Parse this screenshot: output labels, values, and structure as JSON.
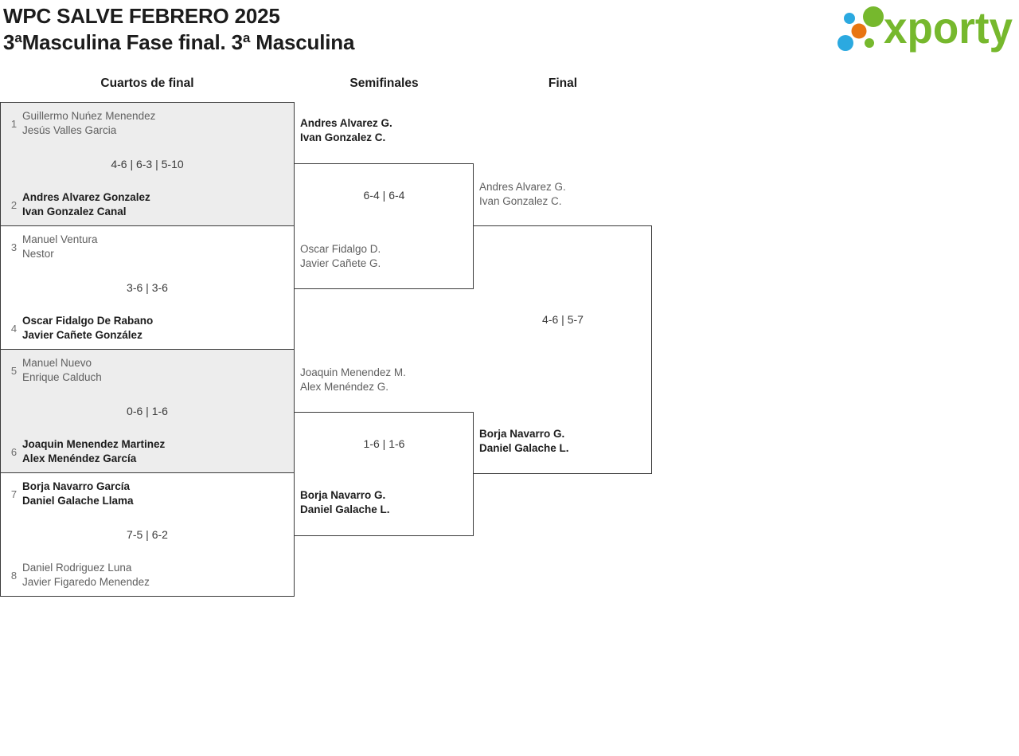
{
  "page": {
    "title_line1": "WPC SALVE FEBRERO 2025",
    "title_line2": "3ªMasculina Fase final. 3ª Masculina"
  },
  "logo": {
    "wordmark": "xporty",
    "green": "#76b82d",
    "blue": "#2ba9e0",
    "orange": "#e87511"
  },
  "round_headers": {
    "quarterfinals": "Cuartos de final",
    "semifinals": "Semifinales",
    "final": "Final"
  },
  "quarterfinals": [
    {
      "seed_top": "1",
      "top1": "Guillermo Nuńez Menendez",
      "top2": "Jesús Valles Garcia",
      "top_winner": false,
      "score": "4-6 | 6-3 | 5-10",
      "seed_bottom": "2",
      "bottom1": "Andres Alvarez Gonzalez",
      "bottom2": "Ivan Gonzalez Canal",
      "bottom_winner": true
    },
    {
      "seed_top": "3",
      "top1": "Manuel Ventura",
      "top2": "Nestor",
      "top_winner": false,
      "score": "3-6 | 3-6",
      "seed_bottom": "4",
      "bottom1": "Oscar Fidalgo De Rabano",
      "bottom2": "Javier Cañete González",
      "bottom_winner": true
    },
    {
      "seed_top": "5",
      "top1": "Manuel Nuevo",
      "top2": "Enrique Calduch",
      "top_winner": false,
      "score": "0-6 | 1-6",
      "seed_bottom": "6",
      "bottom1": "Joaquin Menendez Martinez",
      "bottom2": "Alex Menéndez García",
      "bottom_winner": true
    },
    {
      "seed_top": "7",
      "top1": "Borja Navarro García",
      "top2": "Daniel Galache Llama",
      "top_winner": true,
      "score": "7-5 | 6-2",
      "seed_bottom": "8",
      "bottom1": "Daniel Rodriguez Luna",
      "bottom2": "Javier Figaredo Menendez",
      "bottom_winner": false
    }
  ],
  "semifinals": [
    {
      "top1": "Andres Alvarez G.",
      "top2": "Ivan Gonzalez C.",
      "top_winner": true,
      "score": "6-4 | 6-4",
      "bottom1": "Oscar Fidalgo D.",
      "bottom2": "Javier Cañete G.",
      "bottom_winner": false
    },
    {
      "top1": "Joaquin Menendez M.",
      "top2": "Alex Menéndez G.",
      "top_winner": false,
      "score": "1-6 | 1-6",
      "bottom1": "Borja Navarro G.",
      "bottom2": "Daniel Galache L.",
      "bottom_winner": true
    }
  ],
  "final": {
    "top1": "Andres Alvarez G.",
    "top2": "Ivan Gonzalez C.",
    "top_winner": false,
    "score": "4-6 | 5-7",
    "bottom1": "Borja Navarro G.",
    "bottom2": "Daniel Galache L.",
    "bottom_winner": true
  }
}
